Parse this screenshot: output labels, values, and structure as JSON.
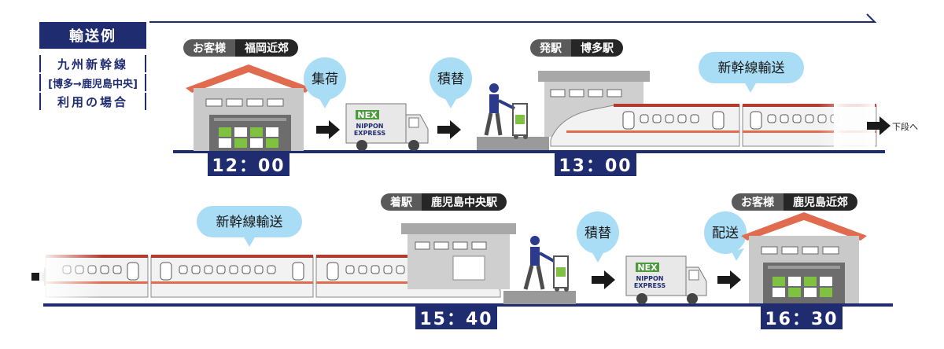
{
  "header": {
    "title": "輸送例",
    "subtitle_lines": [
      "九州新幹線",
      "[博多→鹿児島中央]",
      "利用の場合"
    ]
  },
  "row1": {
    "customer_tag": {
      "key": "お客様",
      "value": "福岡近郊"
    },
    "station_tag": {
      "key": "発駅",
      "value": "博多駅"
    },
    "bubbles": {
      "pickup": "集荷",
      "transfer": "積替",
      "shinkansen": "新幹線輸送"
    },
    "times": [
      "12：00",
      "13：00"
    ],
    "next_label": "下段へ"
  },
  "row2": {
    "station_tag": {
      "key": "着駅",
      "value": "鹿児島中央駅"
    },
    "customer_tag": {
      "key": "お客様",
      "value": "鹿児島近郊"
    },
    "bubbles": {
      "shinkansen": "新幹線輸送",
      "transfer": "積替",
      "delivery": "配送"
    },
    "times": [
      "15：40",
      "16：30"
    ]
  },
  "truck_logo": {
    "mark": "NEX",
    "line1": "NIPPON",
    "line2": "EXPRESS"
  },
  "colors": {
    "navy": "#1f2c70",
    "bubble": "#a9dcf5",
    "roof": "#e06b4f",
    "train_red": "#b53a2e",
    "green": "#7fc241"
  }
}
